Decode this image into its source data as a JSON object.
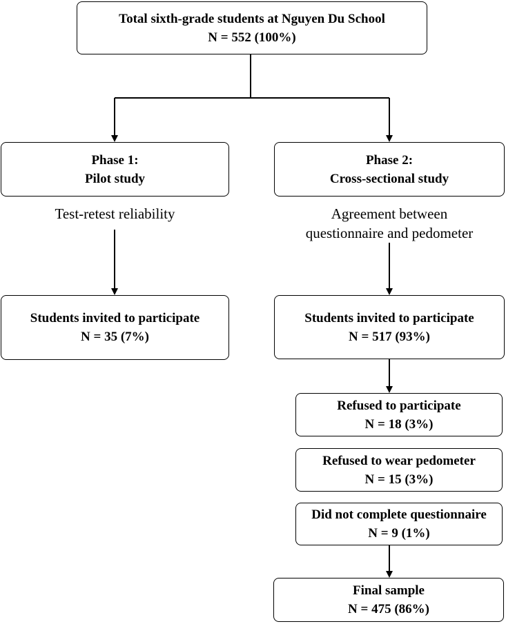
{
  "top": {
    "line1": "Total sixth-grade students at Nguyen Du School",
    "line2": "N = 552 (100%)"
  },
  "phase1": {
    "title": "Phase 1:",
    "subtitle": "Pilot study",
    "note": "Test-retest reliability",
    "invited_line1": "Students invited to participate",
    "invited_line2": "N = 35 (7%)"
  },
  "phase2": {
    "title": "Phase 2:",
    "subtitle": "Cross-sectional study",
    "note_line1": "Agreement between",
    "note_line2": "questionnaire and pedometer",
    "invited_line1": "Students invited to participate",
    "invited_line2": "N = 517 (93%)",
    "refused_line1": "Refused to participate",
    "refused_line2": "N = 18 (3%)",
    "refused_pedometer_line1": "Refused to wear pedometer",
    "refused_pedometer_line2": "N = 15 (3%)",
    "incomplete_line1": "Did not complete questionnaire",
    "incomplete_line2": "N = 9 (1%)",
    "final_line1": "Final sample",
    "final_line2": "N = 475 (86%)"
  }
}
